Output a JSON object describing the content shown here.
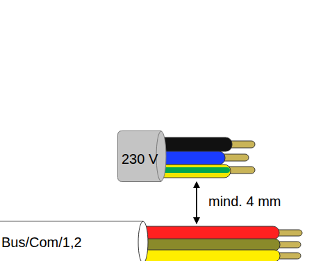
{
  "diagram": {
    "nodes": [
      {
        "text": [
          "230 V"
        ]
      },
      {
        "text": [
          "Bus/Com/1,2"
        ]
      }
    ],
    "labels": [
      "mind. 4 mm"
    ]
  }
}
